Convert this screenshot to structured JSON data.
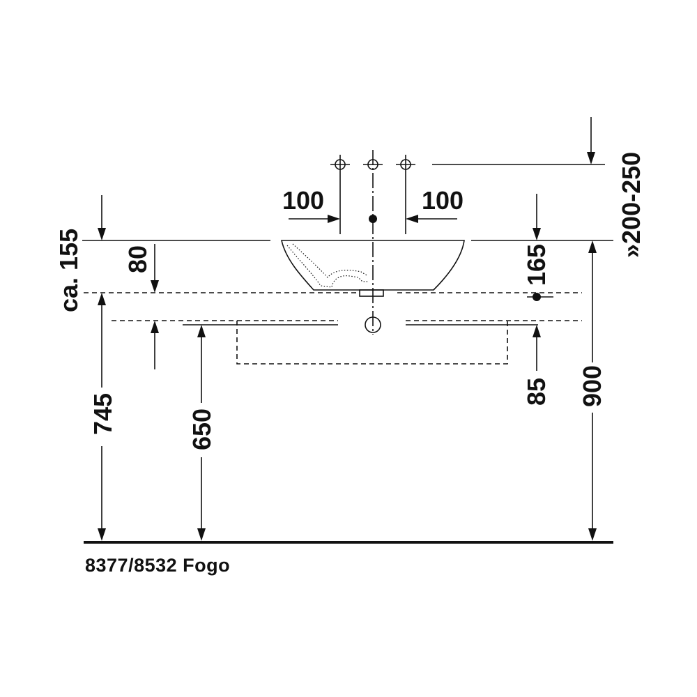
{
  "dimensions": {
    "top_height": "ca. 155",
    "bowl_height": "80",
    "spacing_left": "100",
    "spacing_right": "100",
    "tap_height": "»200-250",
    "tap_offset": "165",
    "counter_to_floor": "745",
    "cabinet_to_floor": "650",
    "drain_height": "85",
    "rim_to_floor": "900"
  },
  "caption": "8377/8532 Fogo"
}
